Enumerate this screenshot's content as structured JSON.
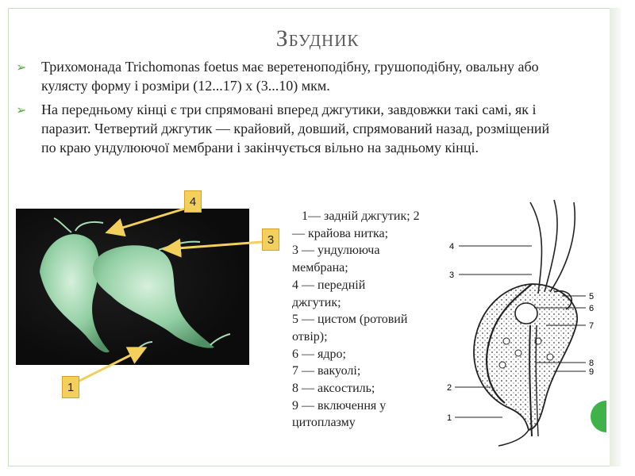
{
  "slide": {
    "title": "Збудник",
    "bullets": [
      "Трихомонада Trichomonas foetus має веретеноподібну, грушоподібну, овальну або кулясту форму  і розміри (12...17) х (3...10) мкм.",
      "На передньому кінці є три спрямовані вперед джгутики, завдовжки такі самі, як і паразит. Четвертий джгутик — крайовий, довший, спрямований назад, розміщений по краю ундулюючої мембрани і закінчується вільно на задньому кінці."
    ]
  },
  "photo_labels": [
    "4",
    "3",
    "1"
  ],
  "legend_lines": [
    "   1— задній джгутик; 2",
    "— крайова нитка;",
    "3 — ундулююча",
    "мембрана;",
    "4 — передній",
    "джгутик;",
    "5 — цистом (ротовий",
    "отвір);",
    "6 — ядро;",
    "7 — вакуолі;",
    "8 — аксостиль;",
    "9 — включення у",
    "цитоплазму"
  ],
  "diagram_labels": [
    "4",
    "3",
    "5",
    "6",
    "7",
    "8",
    "9",
    "2",
    "1"
  ],
  "colors": {
    "accent": "#5aa845",
    "label_fill": "#f3cf5c",
    "label_border": "#d4a22a",
    "title": "#5a5a5a"
  }
}
